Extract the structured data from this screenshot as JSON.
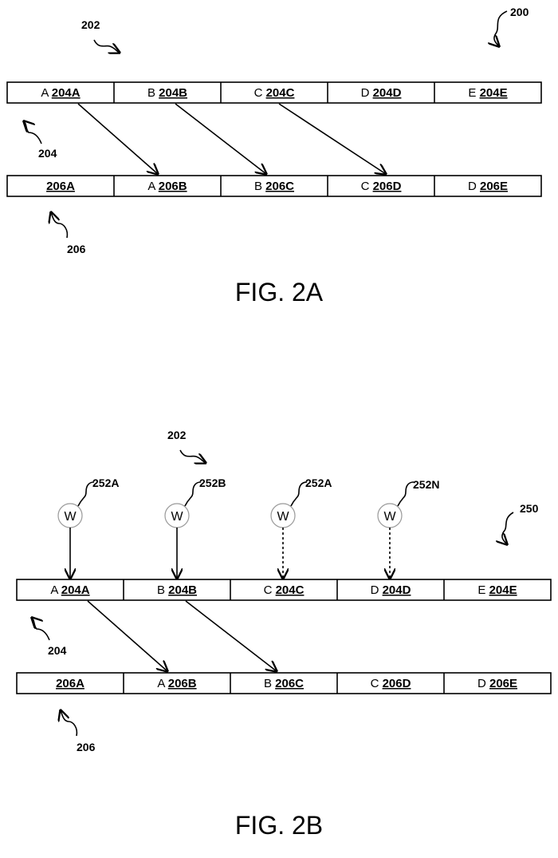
{
  "fig_a": {
    "caption": "FIG. 2A",
    "ref_figure": "200",
    "ref_array": "202",
    "ref_row_top": "204",
    "ref_row_bottom": "206",
    "row_top": [
      {
        "letter": "A",
        "ref": "204A"
      },
      {
        "letter": "B",
        "ref": "204B"
      },
      {
        "letter": "C",
        "ref": "204C"
      },
      {
        "letter": "D",
        "ref": "204D"
      },
      {
        "letter": "E",
        "ref": "204E"
      }
    ],
    "row_bottom": [
      {
        "letter": "",
        "ref": "206A"
      },
      {
        "letter": "A",
        "ref": "206B"
      },
      {
        "letter": "B",
        "ref": "206C"
      },
      {
        "letter": "C",
        "ref": "206D"
      },
      {
        "letter": "D",
        "ref": "206E"
      }
    ]
  },
  "fig_b": {
    "caption": "FIG. 2B",
    "ref_figure": "250",
    "ref_array": "202",
    "ref_row_top": "204",
    "ref_row_bottom": "206",
    "writers": [
      {
        "symbol": "W",
        "ref": "252A",
        "style": "solid"
      },
      {
        "symbol": "W",
        "ref": "252B",
        "style": "solid"
      },
      {
        "symbol": "W",
        "ref": "252A",
        "style": "dashed"
      },
      {
        "symbol": "W",
        "ref": "252N",
        "style": "dashed"
      }
    ],
    "row_top": [
      {
        "letter": "A",
        "ref": "204A"
      },
      {
        "letter": "B",
        "ref": "204B"
      },
      {
        "letter": "C",
        "ref": "204C"
      },
      {
        "letter": "D",
        "ref": "204D"
      },
      {
        "letter": "E",
        "ref": "204E"
      }
    ],
    "row_bottom": [
      {
        "letter": "",
        "ref": "206A"
      },
      {
        "letter": "A",
        "ref": "206B"
      },
      {
        "letter": "B",
        "ref": "206C"
      },
      {
        "letter": "C",
        "ref": "206D"
      },
      {
        "letter": "D",
        "ref": "206E"
      }
    ]
  }
}
